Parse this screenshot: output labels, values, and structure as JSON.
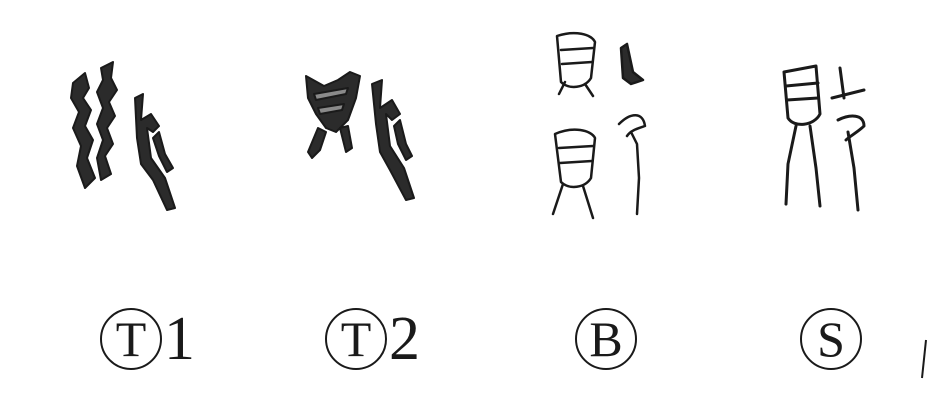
{
  "colors": {
    "ink": "#1a1a1a",
    "background": "#ffffff",
    "glyph_fill": "#2b2b2b",
    "glyph_stripe": "#8a8a8a"
  },
  "labels": [
    {
      "letter": "T",
      "suffix": "1"
    },
    {
      "letter": "T",
      "suffix": "2"
    },
    {
      "letter": "B",
      "suffix": ""
    },
    {
      "letter": "S",
      "suffix": ""
    }
  ]
}
